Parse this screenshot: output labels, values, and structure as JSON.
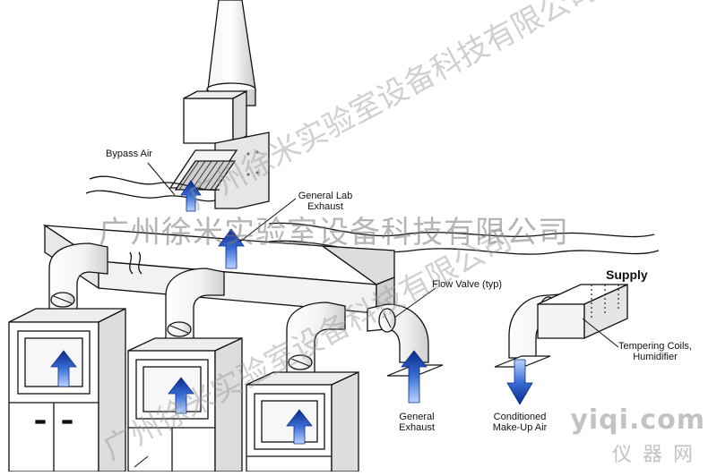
{
  "labels": {
    "bypass_air": "Bypass Air",
    "general_lab_exhaust_1": "General Lab",
    "general_lab_exhaust_2": "Exhaust",
    "flow_valve": "Flow Valve (typ)",
    "supply": "Supply",
    "tempering_1": "Tempering Coils,",
    "tempering_2": "Humidifier",
    "general_exhaust_1": "General",
    "general_exhaust_2": "Exhaust",
    "conditioned_1": "Conditioned",
    "conditioned_2": "Make-Up Air"
  },
  "watermark": {
    "company": "广州徐米实验室设备科技有限公司",
    "brand_top": "yiqi.com",
    "brand_bottom": "仪器网"
  },
  "colors": {
    "arrow_blue": "#3a6fd8",
    "arrow_dark": "#0a2a8a",
    "line": "#111111"
  }
}
